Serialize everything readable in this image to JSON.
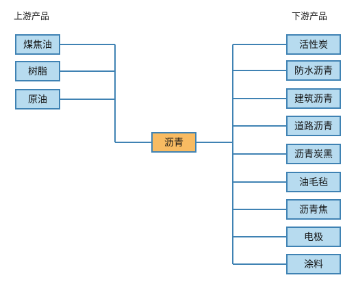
{
  "headings": {
    "upstream": "上游产品",
    "downstream": "下游产品"
  },
  "center": {
    "label": "沥青"
  },
  "upstream": [
    {
      "label": "煤焦油"
    },
    {
      "label": "树脂"
    },
    {
      "label": "原油"
    }
  ],
  "downstream": [
    {
      "label": "活性炭"
    },
    {
      "label": "防水沥青"
    },
    {
      "label": "建筑沥青"
    },
    {
      "label": "道路沥青"
    },
    {
      "label": "沥青炭黑"
    },
    {
      "label": "油毛毡"
    },
    {
      "label": "沥青焦"
    },
    {
      "label": "电极"
    },
    {
      "label": "涂料"
    }
  ],
  "colors": {
    "line": "#3f82b3",
    "node_fill": "#b7dbef",
    "center_fill": "#f8bb62"
  }
}
